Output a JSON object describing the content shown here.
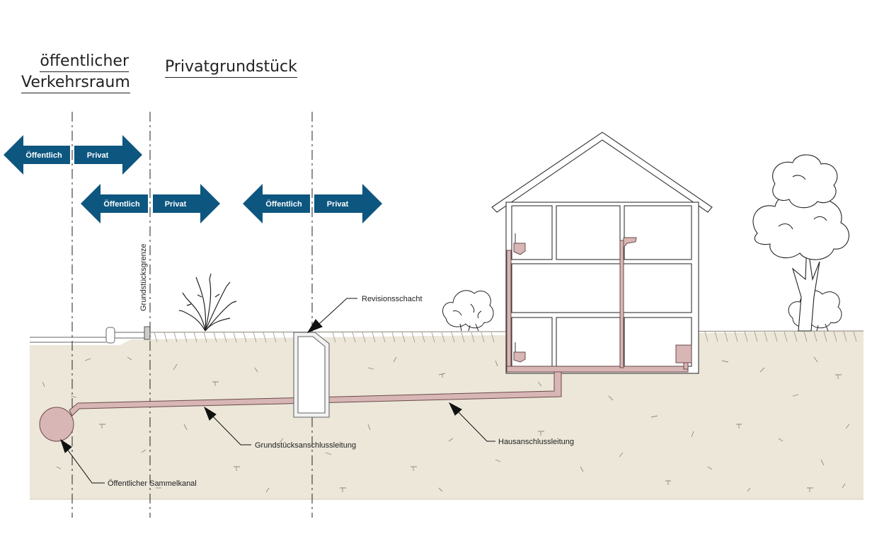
{
  "headers": {
    "public_area_line1": "öffentlicher",
    "public_area_line2": "Verkehrsraum",
    "private_area": "Privatgrundstück"
  },
  "arrows": [
    {
      "left": "Öffentlich",
      "right": "Privat"
    },
    {
      "left": "Öffentlich",
      "right": "Privat"
    },
    {
      "left": "Öffentlich",
      "right": "Privat"
    }
  ],
  "labels": {
    "property_boundary": "Grundstücksgrenze",
    "inspection_shaft": "Revisionsschacht",
    "property_connection_pipe": "Grundstücksanschlussleitung",
    "house_connection_pipe": "Hausanschlussleitung",
    "public_sewer": "Öffentlicher Sammelkanal"
  },
  "colors": {
    "arrow": "#0d567f",
    "soil": "#ece7d9",
    "pipe": "#d7b6b5",
    "pipe_stroke": "#6b4a4a"
  }
}
